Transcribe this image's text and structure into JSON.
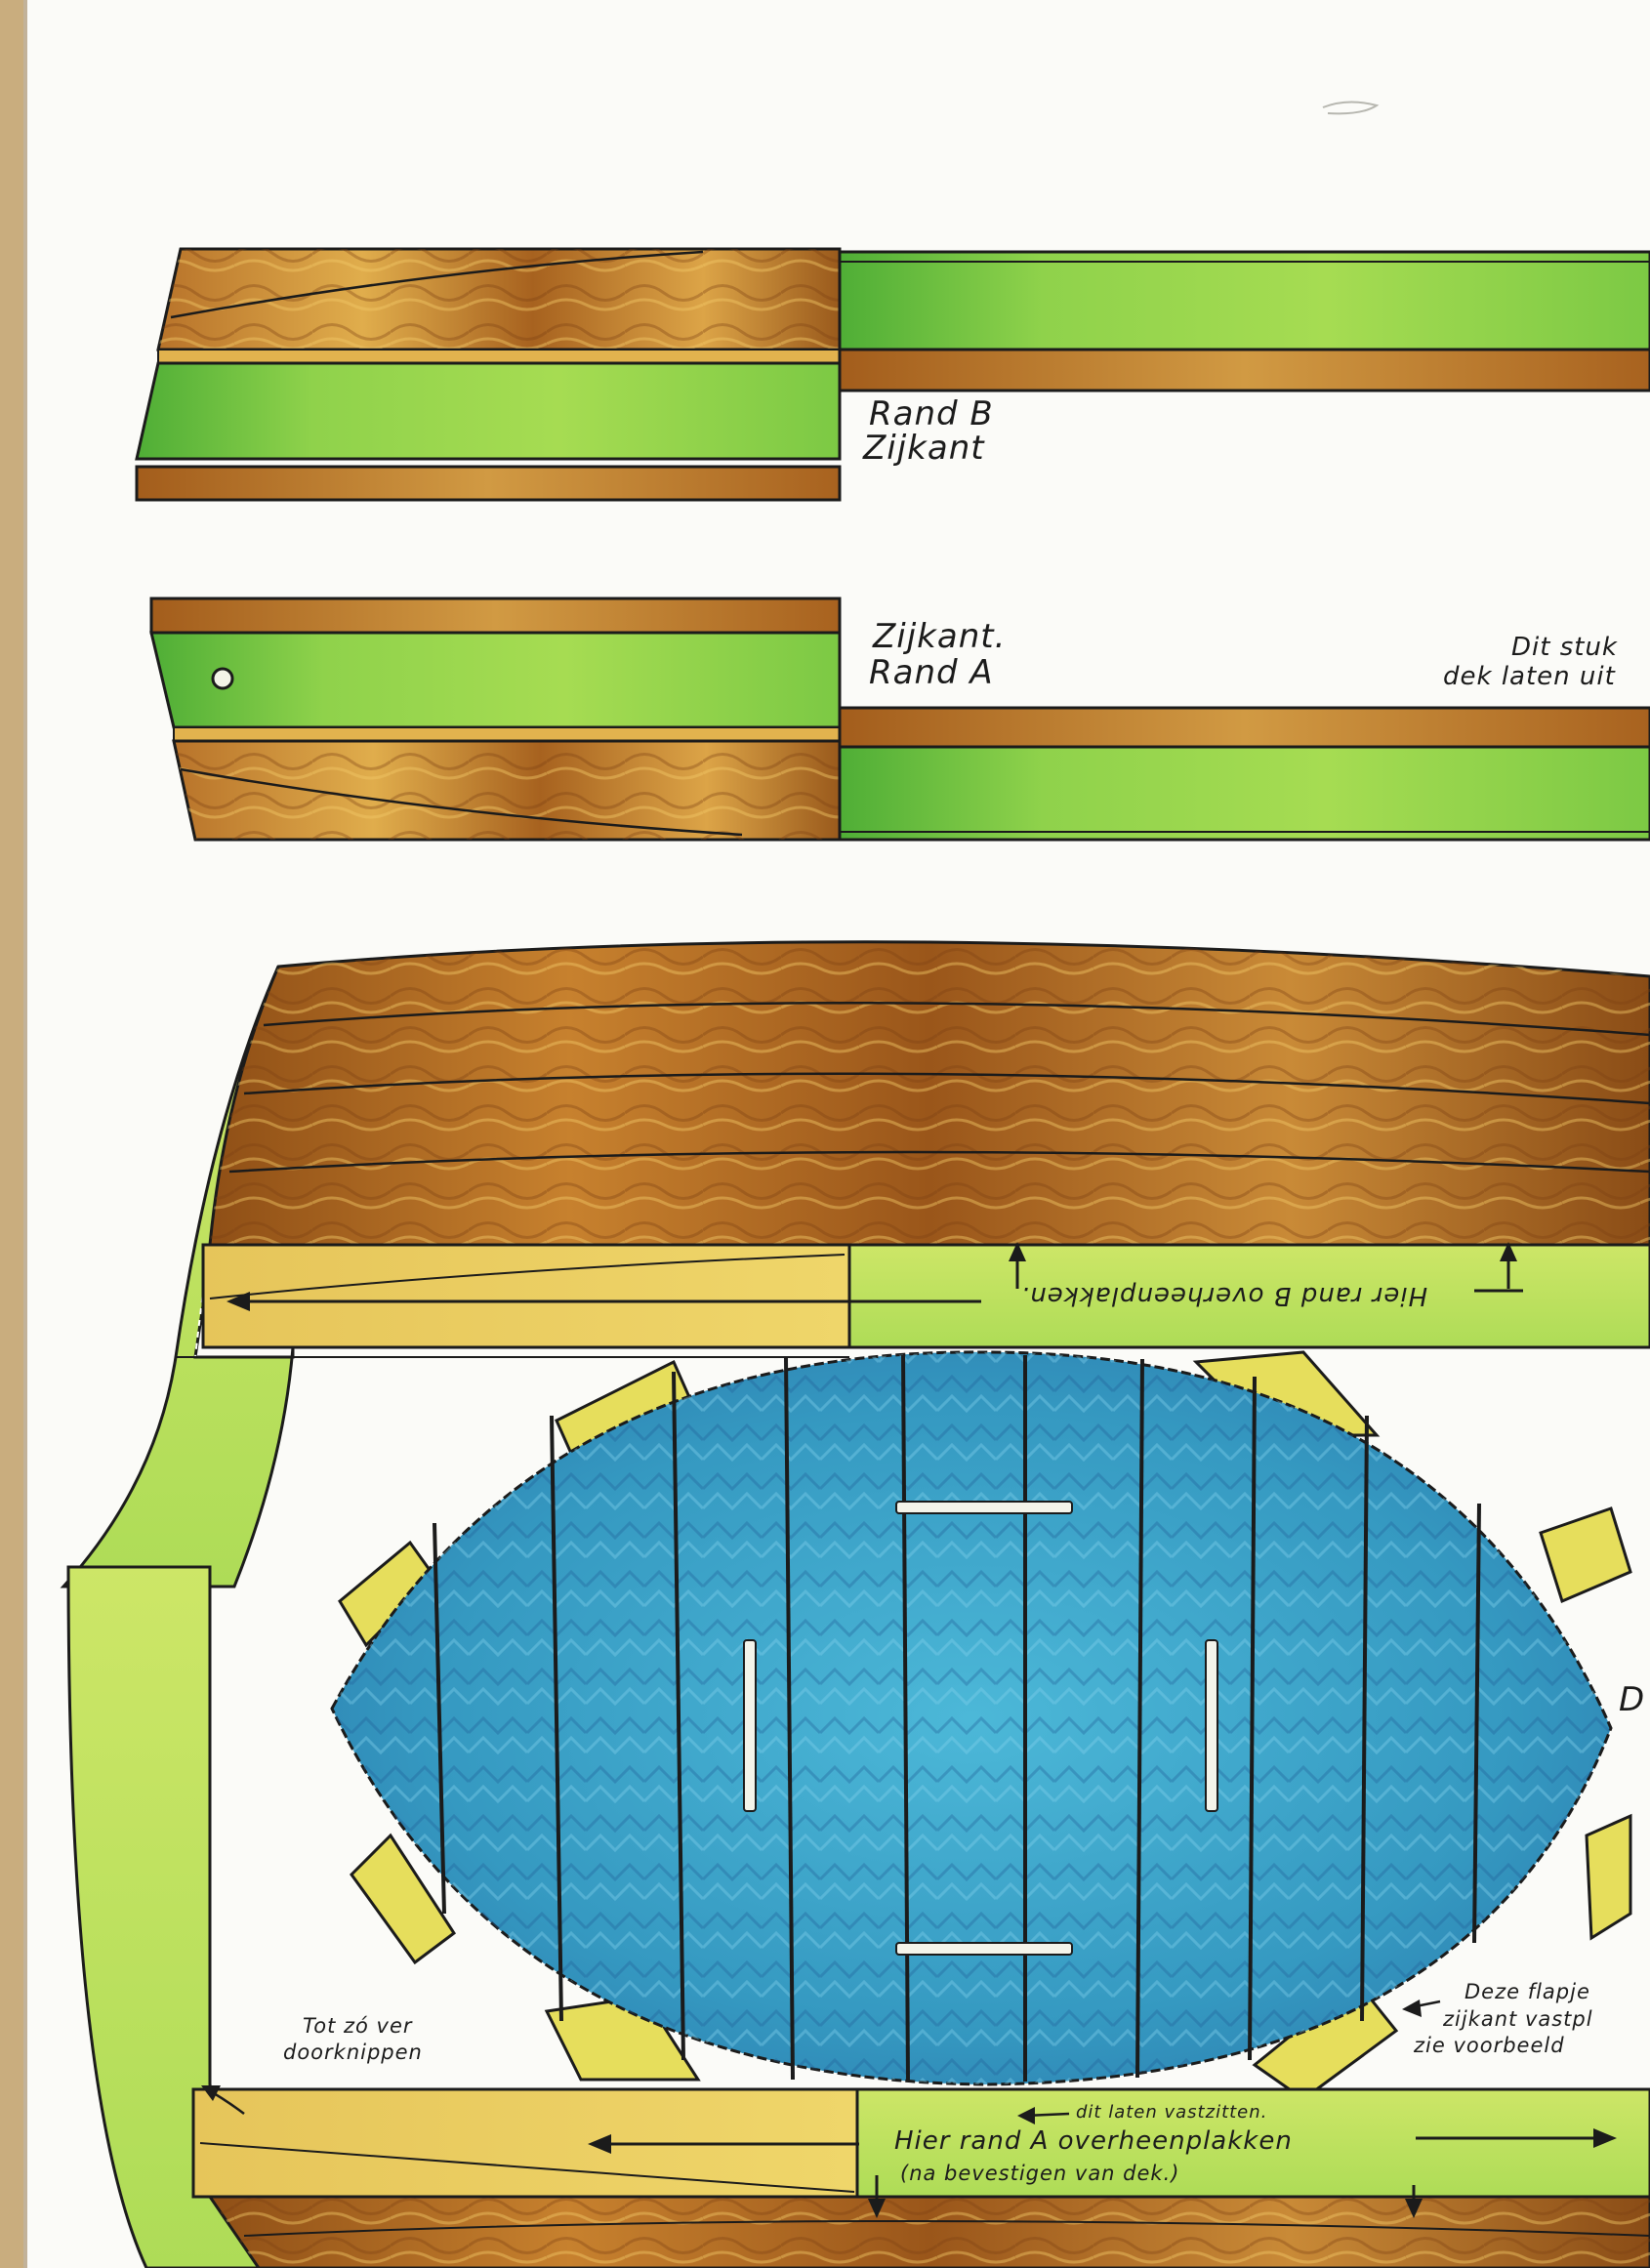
{
  "colors": {
    "wood_light": "#e2b04a",
    "wood_dark": "#9c5a1c",
    "green": "#8dd24a",
    "green_light": "#cfe46a",
    "blue": "#3aa6c8",
    "tab_yellow": "#e6de5c",
    "binding": "#c9ad7e",
    "ink": "#1b1b1b"
  },
  "labels": {
    "rand_b": "Rand B",
    "zijkant_b": "Zijkant",
    "zijkant_a": "Zijkant.",
    "rand_a": "Rand A",
    "dit_stuk": "Dit stuk",
    "dek_laten": "dek laten uit",
    "hier_rand_b": "Hier rand B overheenplakken.",
    "deck_letter": "D",
    "tot_zo_ver": "Tot zó ver",
    "doorknippen": "doorknippen",
    "deze_flapje": "Deze flapje",
    "zijkant_vast": "zijkant vastpl",
    "zie_voorbeeld": "zie voorbeeld",
    "dit_laten": "dit laten vastzitten.",
    "hier_rand_a": "Hier rand A overheenplakken",
    "na_bevestigen": "(na bevestigen van dek.)"
  }
}
